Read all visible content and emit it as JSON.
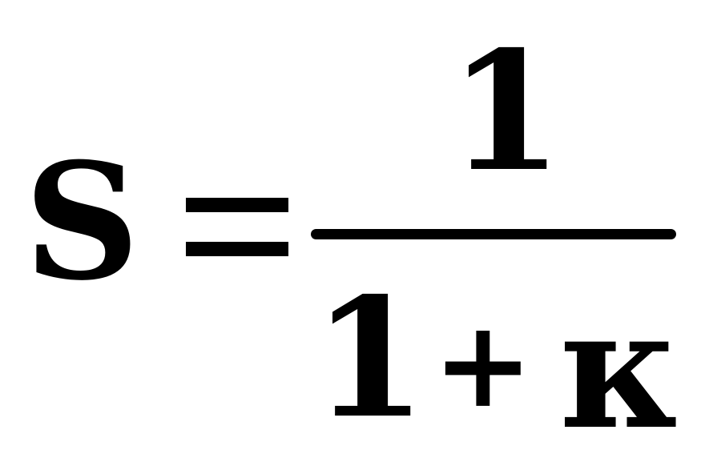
{
  "formula": {
    "lhs": "S",
    "relation": "=",
    "numerator": "1",
    "denominator": {
      "one": "1",
      "plus": "+",
      "variable": "к"
    }
  },
  "colors": {
    "ink": "#000000",
    "background": "#ffffff"
  }
}
